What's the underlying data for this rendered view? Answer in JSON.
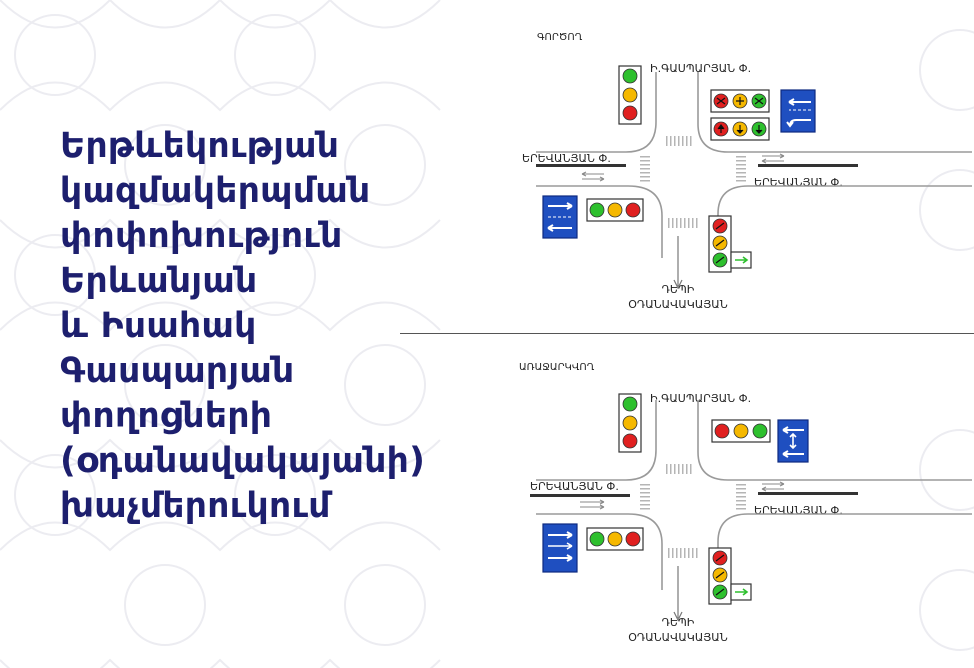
{
  "title_lines": [
    "Երթևեկության",
    "կազմակերպման",
    "փոփոխություն",
    "Երևանյան",
    "և Իսահակ",
    "Գասպարյան",
    "փողոցների",
    "(օդանավակայանի)",
    "խաչմերուկում"
  ],
  "diagrams": [
    {
      "header": "ԳՈՐԾՈՂ",
      "street_north": "Ի.ԳԱՍՊԱՐՅԱՆ Փ.",
      "street_west": "ԵՐԵՎԱՆՅԱՆ Փ.",
      "street_east": "ԵՐԵՎԱՆՅԱՆ Փ.",
      "direction_line1": "ԴԵՊԻ",
      "direction_line2": "ՕԴԱՆԱՎԱԿԱՅԱՆ"
    },
    {
      "header": "ԱՌԱՋԱՐԿՎՈՂ",
      "street_north": "Ի.ԳԱՍՊԱՐՅԱՆ Փ.",
      "street_west": "ԵՐԵՎԱՆՅԱՆ Փ.",
      "street_east": "ԵՐԵՎԱՆՅԱՆ Փ.",
      "direction_line1": "ԴԵՊԻ",
      "direction_line2": "ՕԴԱՆԱՎԱԿԱՅԱՆ"
    }
  ],
  "colors": {
    "title": "#1d1f6e",
    "sign_blue": "#1f4fc0",
    "light_red": "#e02020",
    "light_yellow": "#f5b800",
    "light_green": "#2ec02e"
  }
}
